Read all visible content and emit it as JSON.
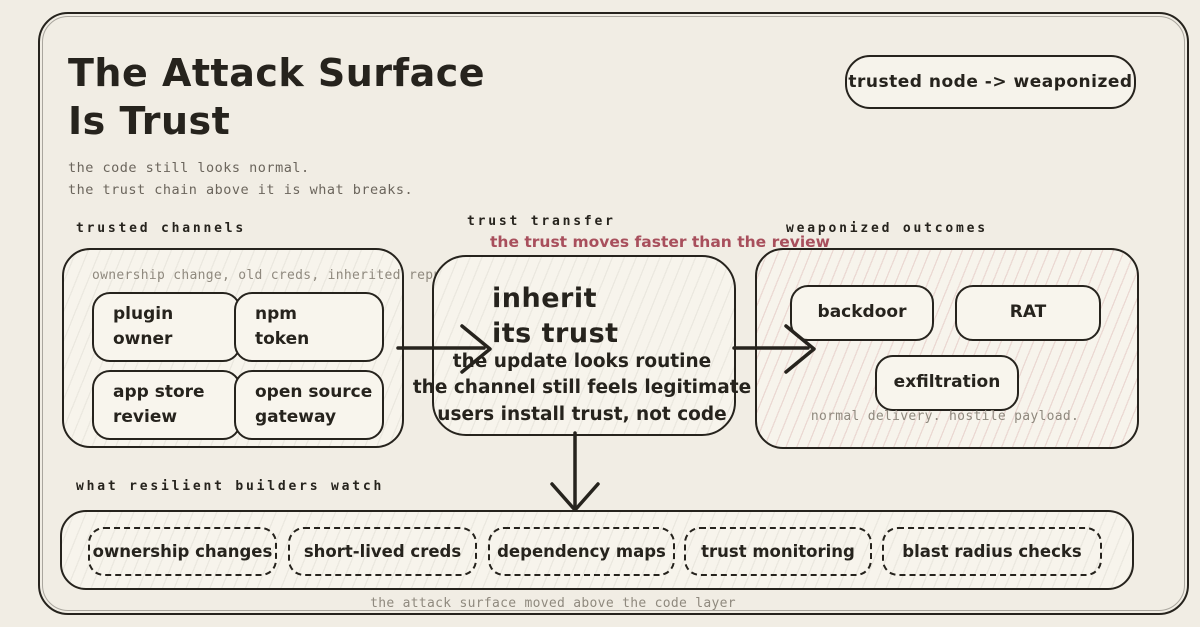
{
  "colors": {
    "ink": "#26231d",
    "background": "#f1ede4",
    "box_fill": "#f7f4ec",
    "annotation_red": "#a84f5c",
    "muted_gray": "#8f897e",
    "subtitle_gray": "#6b655c"
  },
  "title": "The Attack Surface\nIs Trust",
  "subtitle": {
    "line1": "the code still looks normal.",
    "line2": "the trust chain above it is what breaks."
  },
  "badge": {
    "label": "trusted node -> weaponized"
  },
  "channels": {
    "label": "trusted channels",
    "caption": "ownership change, old creds, inherited reput",
    "items": [
      {
        "label": "plugin\nowner"
      },
      {
        "label": "npm\ntoken"
      },
      {
        "label": "app store\nreview"
      },
      {
        "label": "open source\ngateway"
      }
    ]
  },
  "transfer": {
    "label": "trust transfer",
    "annotation": "the trust moves faster than the review",
    "heading": "inherit\nits trust",
    "lines": [
      "the update looks routine",
      "the channel still feels legitimate",
      "users install trust, not code"
    ]
  },
  "outcomes": {
    "label": "weaponized outcomes",
    "items": [
      {
        "label": "backdoor"
      },
      {
        "label": "RAT"
      },
      {
        "label": "exfiltration"
      }
    ],
    "caption": "normal delivery. hostile payload."
  },
  "watch": {
    "label": "what resilient builders watch",
    "items": [
      {
        "label": "ownership changes"
      },
      {
        "label": "short-lived creds"
      },
      {
        "label": "dependency maps"
      },
      {
        "label": "trust monitoring"
      },
      {
        "label": "blast radius checks"
      }
    ]
  },
  "footer": {
    "caption": "the attack surface moved above the code layer"
  }
}
